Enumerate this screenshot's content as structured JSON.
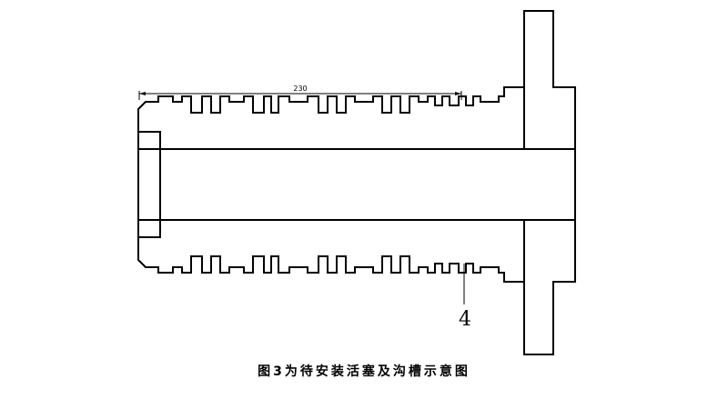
{
  "drawing": {
    "dimension_label": "230",
    "callout_label": "4"
  },
  "caption": "图3为待安装活塞及沟槽示意图"
}
